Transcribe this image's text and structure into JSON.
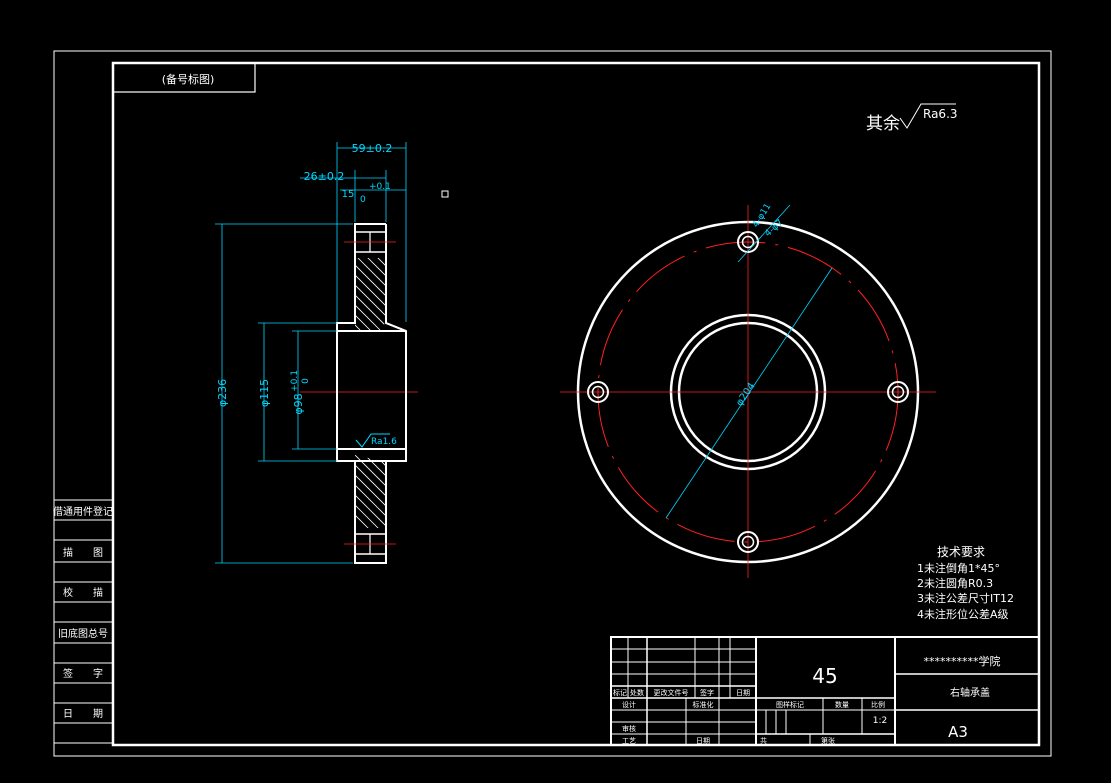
{
  "stamp_label": "(备号标图)",
  "roughness_note": {
    "prefix": "其余",
    "value": "Ra6.3"
  },
  "dimensions": {
    "d_59": "59±0.2",
    "d_26": "26±0.2",
    "d_15": "15",
    "d_15_tol_upper": "+0.1",
    "d_15_tol_lower": "0",
    "d_236": "φ236",
    "d_115": "φ115",
    "d_98": "φ98",
    "d_98_tol_upper": "+0.1",
    "d_98_tol_lower": "0",
    "bore_ra": "Ra1.6",
    "holes_a": "4-φ11",
    "holes_b": "4-φ7",
    "d_204": "φ204"
  },
  "tech_requirements": {
    "title": "技术要求",
    "items": [
      "1未注倒角1*45°",
      "2未注圆角R0.3",
      "3未注公差尺寸IT12",
      "4未注形位公差A级"
    ]
  },
  "left_strip": [
    "借通用件登记",
    "描　　图",
    "校　　描",
    "旧底图总号",
    "签　　字",
    "日　　期"
  ],
  "title_block": {
    "material": "45",
    "school": "**********学院",
    "part_name": "右轴承盖",
    "sheet_size": "A3",
    "scale": "1:2",
    "header_cells": [
      "标记",
      "处数",
      "更改文件号",
      "签字",
      "日期"
    ],
    "row_designer": "设计",
    "row_std": "标准化",
    "row_review": "审核",
    "row_process": "工艺",
    "row_date": "日期",
    "stage_labels": [
      "图样标记",
      "数量",
      "比例"
    ],
    "sheet_label": "共",
    "sheet_label2": "第张"
  }
}
